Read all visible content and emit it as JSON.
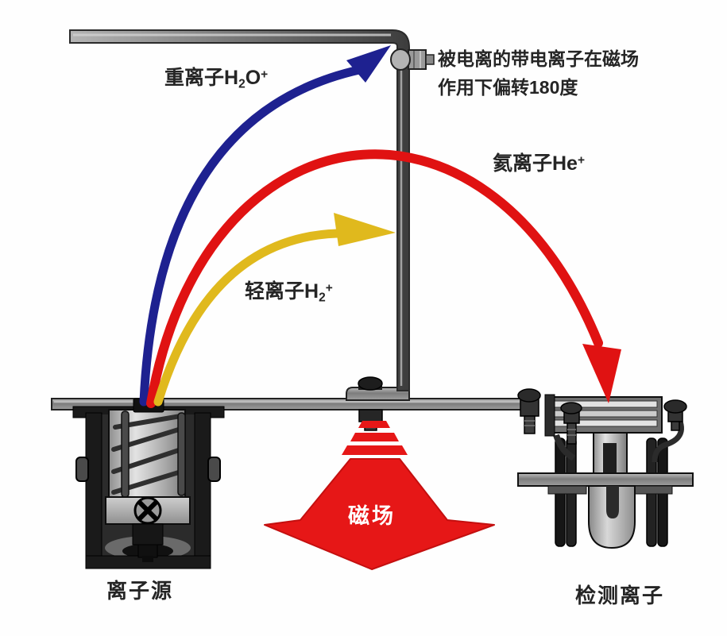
{
  "labels": {
    "heavy_ion": {
      "text": "重离子H",
      "sub": "2",
      "tail": "O",
      "sup": "+"
    },
    "note_line1": "被电离的带电离子在磁场",
    "note_line2": "作用下偏转180度",
    "helium_ion": {
      "text": "氦离子He",
      "sup": "+"
    },
    "light_ion": {
      "text": "轻离子H",
      "sub": "2",
      "sup": "+"
    },
    "field": "磁场",
    "ion_source": "离子源",
    "detector": "检测离子"
  },
  "colors": {
    "heavy_ion_arrow": "#1e2190",
    "helium_ion_arrow": "#e01212",
    "light_ion_arrow": "#e0b91d",
    "field_arrow_fill": "#e61717",
    "field_arrow_edge": "#c40f0f",
    "metal": "#8b8b8b",
    "dark_metal": "#1a1a1a",
    "label_text": "#252525",
    "field_label_text": "#ffffff"
  }
}
